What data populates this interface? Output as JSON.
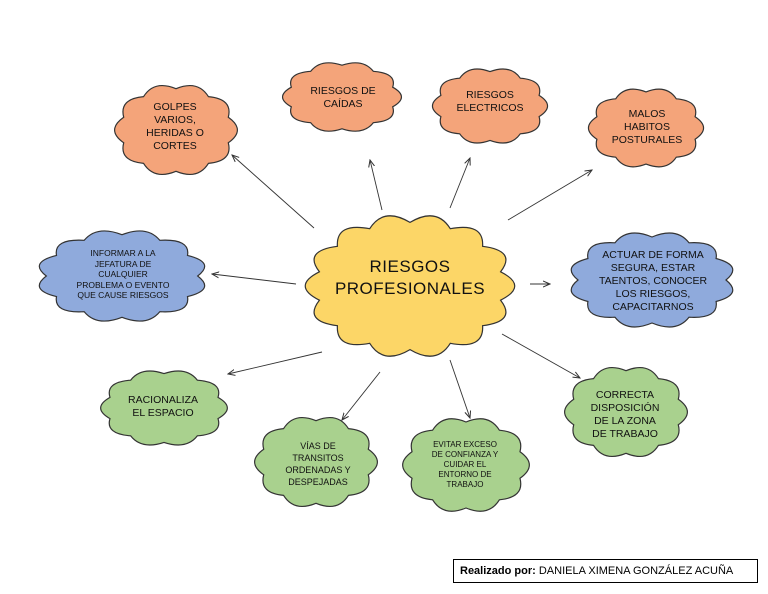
{
  "center": {
    "line1": "RIESGOS",
    "line2": "PROFESIONALES"
  },
  "nodes": {
    "golpes": [
      "GOLPES",
      "VARIOS,",
      "HERIDAS O",
      "CORTES"
    ],
    "caidas": [
      "RIESGOS DE",
      "CAÍDAS"
    ],
    "electricos": [
      "RIESGOS",
      "ELECTRICOS"
    ],
    "habitos": [
      "MALOS",
      "HABITOS",
      "POSTURALES"
    ],
    "informar": [
      "INFORMAR A LA",
      "JEFATURA DE",
      "CUALQUIER",
      "PROBLEMA O EVENTO",
      "QUE CAUSE RIESGOS"
    ],
    "actuar": [
      "ACTUAR DE FORMA",
      "SEGURA, ESTAR",
      "TAENTOS, CONOCER",
      "LOS RIESGOS,",
      "CAPACITARNOS"
    ],
    "racionaliza": [
      "RACIONALIZA",
      "EL ESPACIO"
    ],
    "vias": [
      "VÍAS DE",
      "TRANSITOS",
      "ORDENADAS Y",
      "DESPEJADAS"
    ],
    "evitar": [
      "EVITAR EXCESO",
      "DE CONFIANZA Y",
      "CUIDAR EL",
      "ENTORNO DE",
      "TRABAJO"
    ],
    "correcta": [
      "CORRECTA",
      "DISPOSICIÓN",
      "DE LA ZONA",
      "DE TRABAJO"
    ]
  },
  "colors": {
    "center": "#fcd667",
    "orange": "#f4a47a",
    "blue": "#8faadc",
    "green": "#a9d18e",
    "outline": "#333333"
  },
  "credit": {
    "label": "Realizado por:",
    "name": "DANIELA XIMENA GONZÁLEZ ACUÑA"
  }
}
